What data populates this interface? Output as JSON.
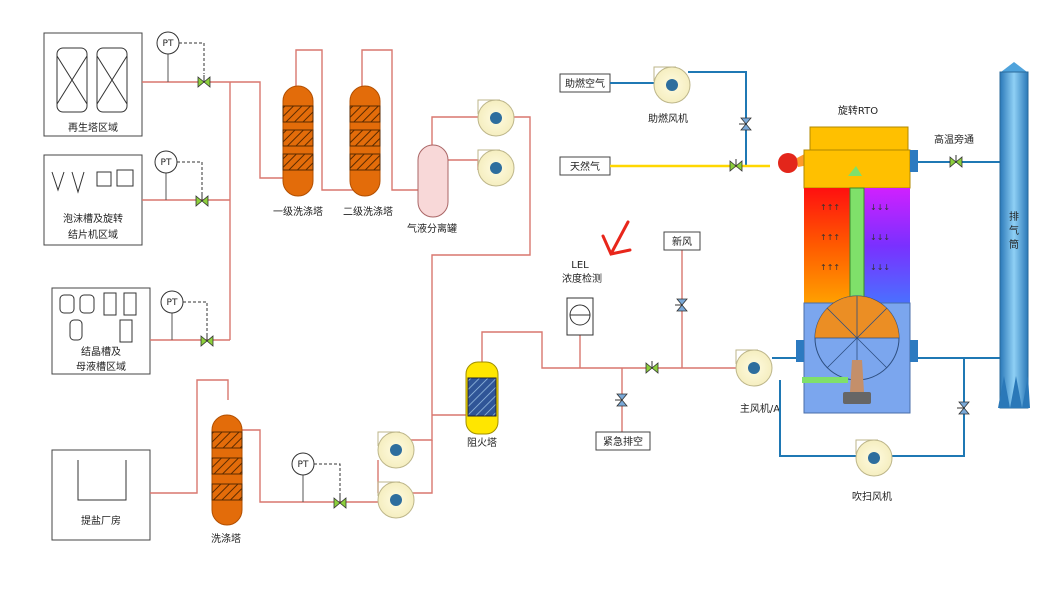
{
  "diagram": {
    "areas": {
      "regen": "再生塔区域",
      "foam_l1": "泡沫槽及旋转",
      "foam_l2": "结片机区域",
      "crystal_l1": "结晶槽及",
      "crystal_l2": "母液槽区域",
      "salt": "提盐厂房"
    },
    "instruments": {
      "pt": "PT",
      "lel_l1": "LEL",
      "lel_l2": "浓度检测"
    },
    "equipment": {
      "tower1": "一级洗涤塔",
      "tower2": "二级洗涤塔",
      "separator": "气液分离罐",
      "wash_tower": "洗涤塔",
      "flame_arrester": "阻火塔",
      "combustion_fan": "助燃风机",
      "main_fan": "主风机/A",
      "purge_fan": "吹扫风机",
      "rto": "旋转RTO",
      "stack_l1": "排",
      "stack_l2": "气",
      "stack_l3": "筒"
    },
    "boxes": {
      "combustion_air": "助燃空气",
      "natural_gas": "天然气",
      "fresh_air": "新风",
      "emergency_vent": "紧急排空"
    },
    "other_labels": {
      "high_temp_bypass": "高温旁通"
    },
    "colors": {
      "pipe_red": "#c0504d",
      "pipe_blue": "#1f78b4",
      "gas_yellow": "#ffd700",
      "tower_orange": "#e36c0a",
      "arrester_yellow": "#ffe600",
      "rto_blue": "#7ba6ee",
      "stack_blue": "#4fa3dc",
      "valve_green": "#8ccf3c",
      "annotation_red": "#e8261b"
    }
  }
}
